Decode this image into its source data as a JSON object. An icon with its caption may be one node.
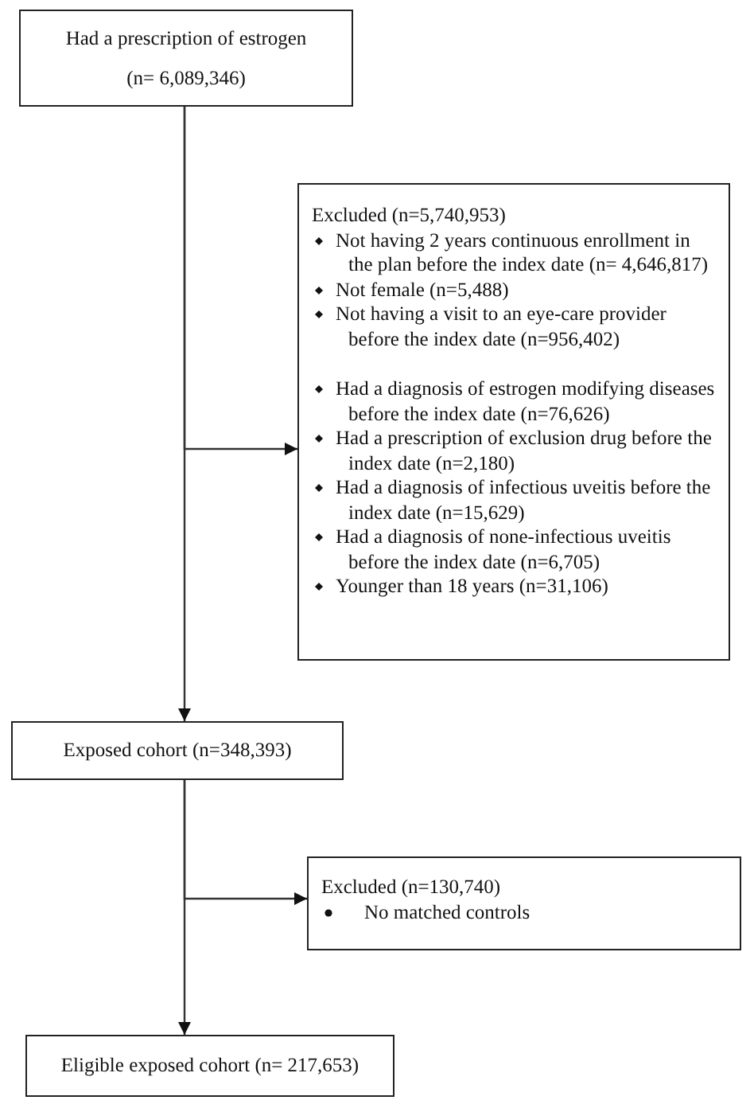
{
  "diagram": {
    "nodes": [
      {
        "text": [
          "Had a prescription of estrogen",
          "(n= 6,089,346)"
        ]
      },
      {
        "text": [
          "Excluded (n=5,740,953)",
          "Not having 2 years continuous enrollment in the plan before the index date  (n= 4,646,817)",
          "Not female (n=5,488)",
          "Not having a visit to an eye-care provider before the index date (n=956,402)",
          "Had a diagnosis of estrogen modifying diseases before the index date  (n=76,626)",
          "Had a prescription of exclusion drug before the index date  (n=2,180)",
          "Had a diagnosis of infectious uveitis before the index date  (n=15,629)",
          "Had a diagnosis of none-infectious uveitis before the index date  (n=6,705)",
          "Younger than 18 years (n=31,106)"
        ]
      },
      {
        "text": [
          "Exposed cohort (n=348,393)"
        ]
      },
      {
        "text": [
          "Excluded (n=130,740)",
          "No matched controls"
        ]
      },
      {
        "text": [
          "Eligible exposed cohort (n= 217,653)"
        ]
      }
    ],
    "edges": [
      {
        "from": 0,
        "to": 1,
        "arrow": "to"
      },
      {
        "from": 0,
        "to": 2,
        "arrow": "to"
      },
      {
        "from": 2,
        "to": 3,
        "arrow": "to"
      },
      {
        "from": 2,
        "to": 4,
        "arrow": "to"
      }
    ]
  }
}
